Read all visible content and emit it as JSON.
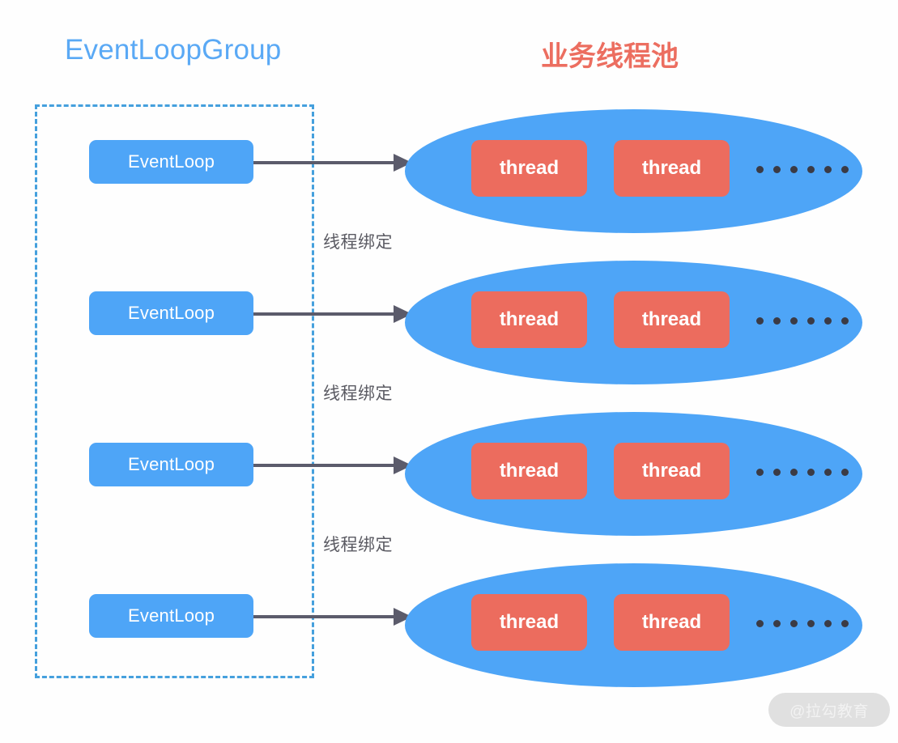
{
  "diagram": {
    "title_left": "EventLoopGroup",
    "title_right": "业务线程池",
    "colors": {
      "blue": "#4EA5F7",
      "title_blue": "#5AA9F5",
      "dashed_blue": "#45A0DD",
      "salmon": "#EC6C5E",
      "title_salmon": "#EC6E60",
      "arrow_gray": "#5B5B6B",
      "label_gray": "#5B5B63",
      "dot_dark": "#3B3B45",
      "background": "#FEFEFE",
      "watermark_bg": "#E0E0E0",
      "watermark_text": "#F2F2F2"
    },
    "rows": [
      {
        "eventloop_label": "EventLoop",
        "threads": [
          "thread",
          "thread"
        ],
        "ellipsis_dots": 6
      },
      {
        "eventloop_label": "EventLoop",
        "threads": [
          "thread",
          "thread"
        ],
        "ellipsis_dots": 6
      },
      {
        "eventloop_label": "EventLoop",
        "threads": [
          "thread",
          "thread"
        ],
        "ellipsis_dots": 6
      },
      {
        "eventloop_label": "EventLoop",
        "threads": [
          "thread",
          "thread"
        ],
        "ellipsis_dots": 6
      }
    ],
    "binding_labels": [
      "线程绑定",
      "线程绑定",
      "线程绑定"
    ],
    "watermark": "@拉勾教育"
  }
}
